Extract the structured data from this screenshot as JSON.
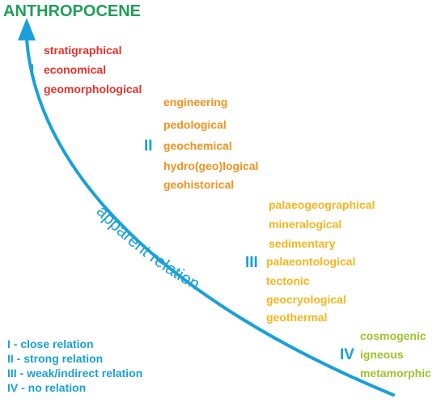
{
  "title": "ANTHROPOCENE",
  "colors": {
    "title": "#1f9e5a",
    "arrow": "#1aa0d8",
    "group_I": "#e8302a",
    "group_II": "#f5921e",
    "group_III": "#f7b51d",
    "group_IV": "#9ec22b",
    "legend": "#1aa0d8"
  },
  "arrow": {
    "label": "apparent relation"
  },
  "groups": [
    {
      "roman": "I",
      "items": [
        "stratigraphical",
        "economical",
        "geomorphological"
      ]
    },
    {
      "roman": "II",
      "items": [
        "engineering",
        "pedological",
        "geochemical",
        "hydro(geo)logical",
        "geohistorical"
      ]
    },
    {
      "roman": "III",
      "items": [
        "palaeogeographical",
        "mineralogical",
        "sedimentary",
        "palaeontological",
        "tectonic",
        "geocryological",
        "geothermal"
      ]
    },
    {
      "roman": "IV",
      "items": [
        "cosmogenic",
        "igneous",
        "metamorphic"
      ]
    }
  ],
  "legend": [
    "I - close relation",
    "II - strong relation",
    "III - weak/indirect relation",
    "IV - no relation"
  ]
}
